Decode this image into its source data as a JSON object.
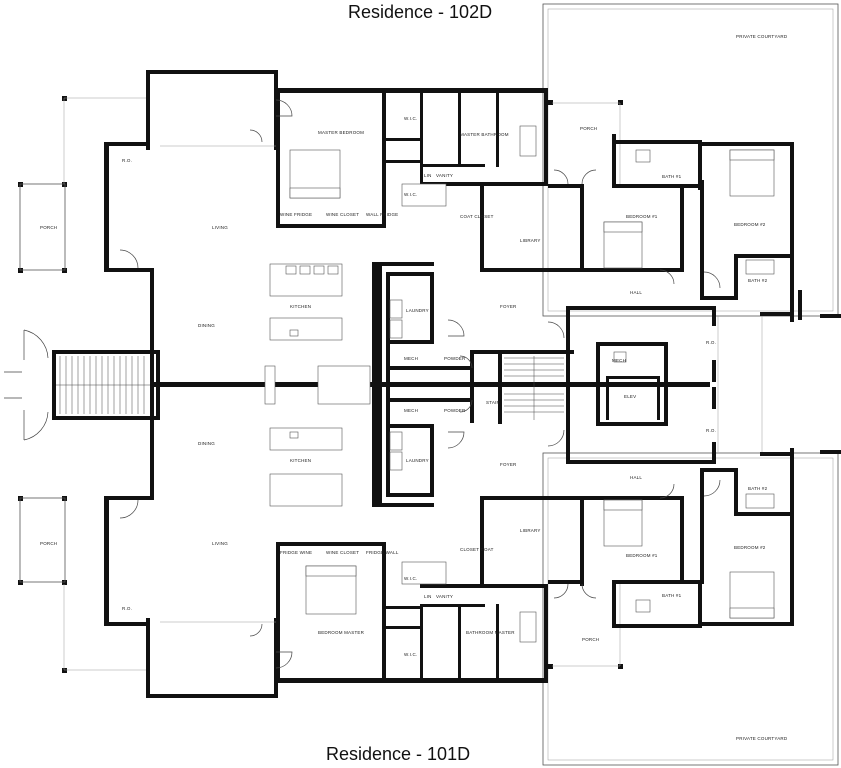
{
  "titles": {
    "top": "Residence - 102D",
    "bottom": "Residence - 101D"
  },
  "rooms_top": {
    "private_courtyard": "PRIVATE COURTYARD",
    "master_bedroom": "MASTER BEDROOM",
    "wic_1": "W.I.C.",
    "wic_2": "W.I.C.",
    "master_bathroom": "MASTER BATHROOM",
    "porch_right": "PORCH",
    "ro": "R.O.",
    "porch_left": "PORCH",
    "living": "LIVING",
    "lin": "LIN",
    "vanity": "VANITY",
    "wine_fridge": "WINE FRIDGE",
    "wine_closet": "WINE CLOSET",
    "wall_fridge": "WALL FRIDGE",
    "coat_closet": "COAT CLOSET",
    "library": "LIBRARY",
    "bedroom_1": "BEDROOM #1",
    "bath_1": "BATH #1",
    "bedroom_2": "BEDROOM #2",
    "bath_2": "BATH #2",
    "hall": "HALL",
    "kitchen": "KITCHEN",
    "dining": "DINING",
    "laundry": "LAUNDRY",
    "foyer": "FOYER",
    "mech": "MECH",
    "powder": "POWDER",
    "ro_side": "R.O."
  },
  "rooms_center": {
    "stair": "STAIR",
    "elev": "ELEV",
    "mech_small": "MECH"
  },
  "rooms_bottom": {
    "ro_side": "R.O.",
    "mech": "MECH",
    "powder": "POWDER",
    "dining": "DINING",
    "kitchen": "KITCHEN",
    "laundry": "LAUNDRY",
    "foyer": "FOYER",
    "hall": "HALL",
    "bath_2": "BATH #2",
    "porch_left": "PORCH",
    "living": "LIVING",
    "library": "LIBRARY",
    "bedroom_2": "BEDROOM #2",
    "fridge_wine": "FRIDGE WINE",
    "wine_closet": "WINE CLOSET",
    "fridge_wall": "FRIDGE WALL",
    "closet_coat": "CLOSET COAT",
    "bedroom_1": "BEDROOM #1",
    "wic_1": "W.I.C.",
    "ro": "R.O.",
    "lin": "LIN",
    "vanity": "VANITY",
    "bath_1": "BATH #1",
    "bedroom_master": "BEDROOM MASTER",
    "bathroom_master": "BATHROOM MASTER",
    "porch_right": "PORCH",
    "wic_2": "W.I.C.",
    "private_courtyard": "PRIVATE COURTYARD"
  }
}
